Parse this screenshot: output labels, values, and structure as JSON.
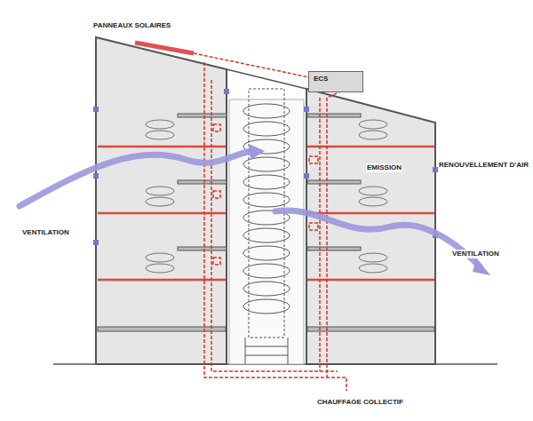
{
  "diagram": {
    "nodes": [
      {
        "text": [
          "ECS"
        ]
      }
    ],
    "labels": [
      "PANNEAUX SOLAIRES",
      "EMISSION",
      "RENOUVELLEMENT D'AIR",
      "VENTILATION",
      "VENTILATION",
      "CHAUFFAGE COLLECTIF"
    ]
  }
}
